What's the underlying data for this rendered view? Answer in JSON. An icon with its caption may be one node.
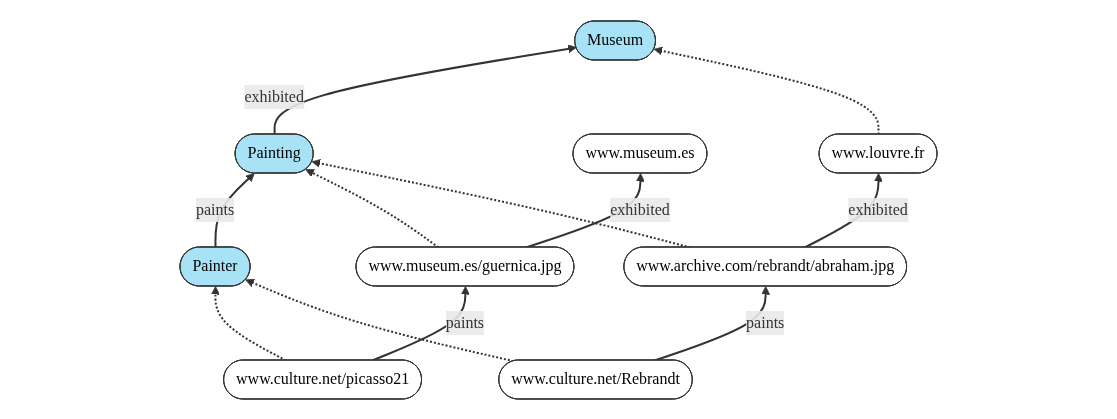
{
  "diagram": {
    "nodes": [
      {
        "text": [
          "Painter"
        ]
      },
      {
        "text": [
          "Painting"
        ]
      },
      {
        "text": [
          "Museum"
        ]
      },
      {
        "text": [
          "www.culture.net/picasso21"
        ]
      },
      {
        "text": [
          "www.museum.es/guernica.jpg"
        ]
      },
      {
        "text": [
          "www.museum.es"
        ]
      },
      {
        "text": [
          "www.culture.net/Rebrandt"
        ]
      },
      {
        "text": [
          "www.archive.com/rebrandt/abraham.jpg"
        ]
      },
      {
        "text": [
          "www.louvre.fr"
        ]
      }
    ],
    "edges": [
      {
        "from": 0,
        "to": 1,
        "label": "paints",
        "arrow": "to"
      },
      {
        "from": 1,
        "to": 2,
        "label": "exhibited",
        "arrow": "to"
      },
      {
        "from": 3,
        "to": 0,
        "arrow": "to",
        "style": "dashed"
      },
      {
        "from": 6,
        "to": 0,
        "arrow": "to",
        "style": "dashed"
      },
      {
        "from": 4,
        "to": 1,
        "arrow": "to",
        "style": "dashed"
      },
      {
        "from": 7,
        "to": 1,
        "arrow": "to",
        "style": "dashed"
      },
      {
        "from": 8,
        "to": 2,
        "arrow": "to",
        "style": "dashed"
      },
      {
        "from": 3,
        "to": 4,
        "label": "paints",
        "arrow": "to"
      },
      {
        "from": 4,
        "to": 5,
        "label": "exhibited",
        "arrow": "to"
      },
      {
        "from": 6,
        "to": 7,
        "label": "paints",
        "arrow": "to"
      },
      {
        "from": 7,
        "to": 8,
        "label": "exhibited",
        "arrow": "to"
      }
    ]
  }
}
